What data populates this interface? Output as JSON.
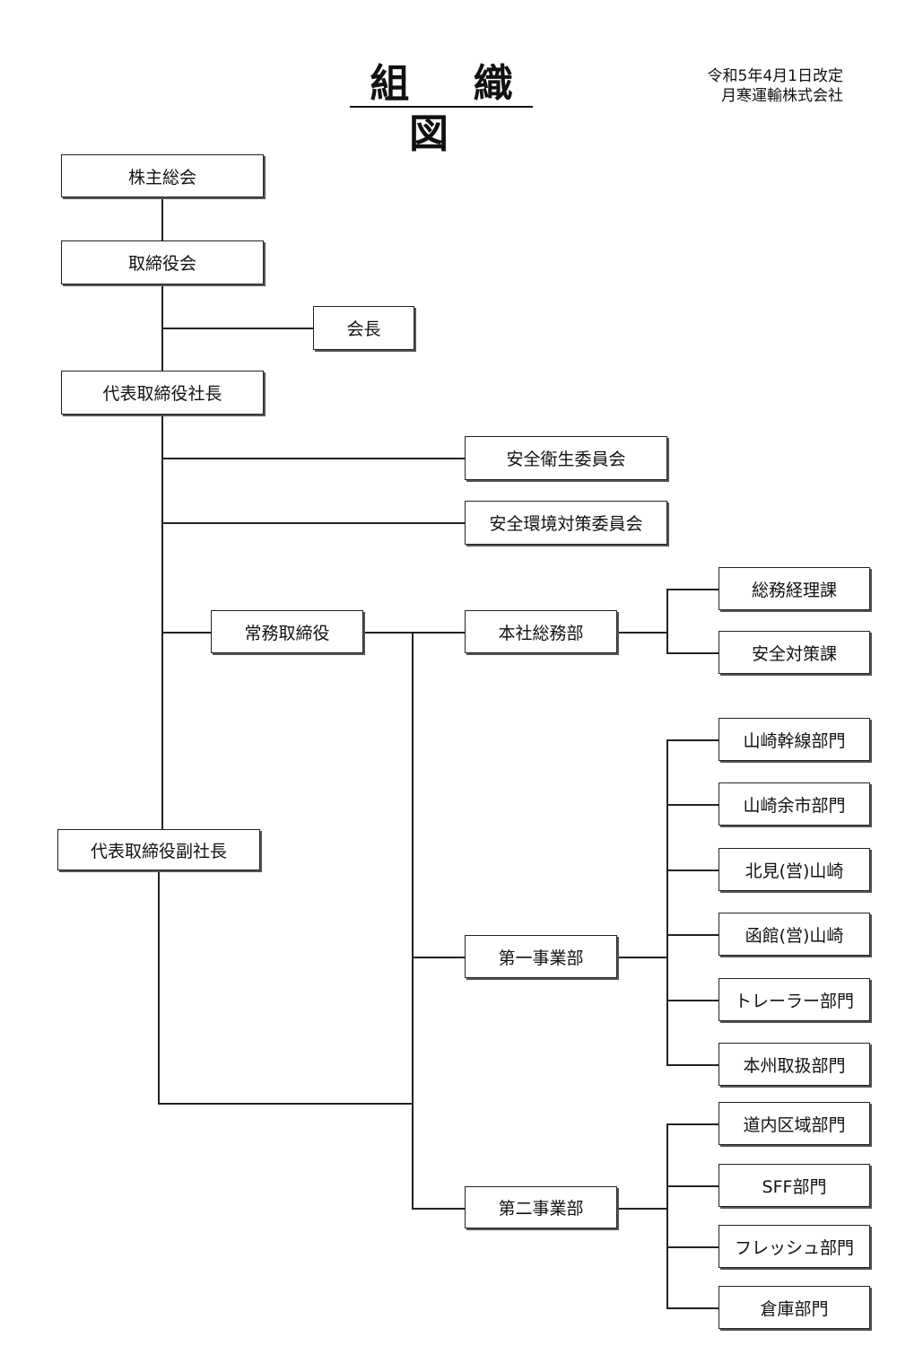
{
  "header": {
    "title": "組 織 図",
    "revision": "令和5年4月1日改定",
    "company": "月寒運輸株式会社"
  },
  "org": {
    "shareholders": "株主総会",
    "board": "取締役会",
    "chairman": "会長",
    "president": "代表取締役社長",
    "safety_health_committee": "安全衛生委員会",
    "safety_env_committee": "安全環境対策委員会",
    "managing_director": "常務取締役",
    "hq_general_affairs": "本社総務部",
    "general_accounting": "総務経理課",
    "safety_measures": "安全対策課",
    "vice_president": "代表取締役副社長",
    "div1": "第一事業部",
    "div1_units": [
      "山崎幹線部門",
      "山崎余市部門",
      "北見(営)山崎",
      "函館(営)山崎",
      "トレーラー部門",
      "本州取扱部門"
    ],
    "div2": "第二事業部",
    "div2_units": [
      "道内区域部門",
      "SFF部門",
      "フレッシュ部門",
      "倉庫部門"
    ]
  }
}
